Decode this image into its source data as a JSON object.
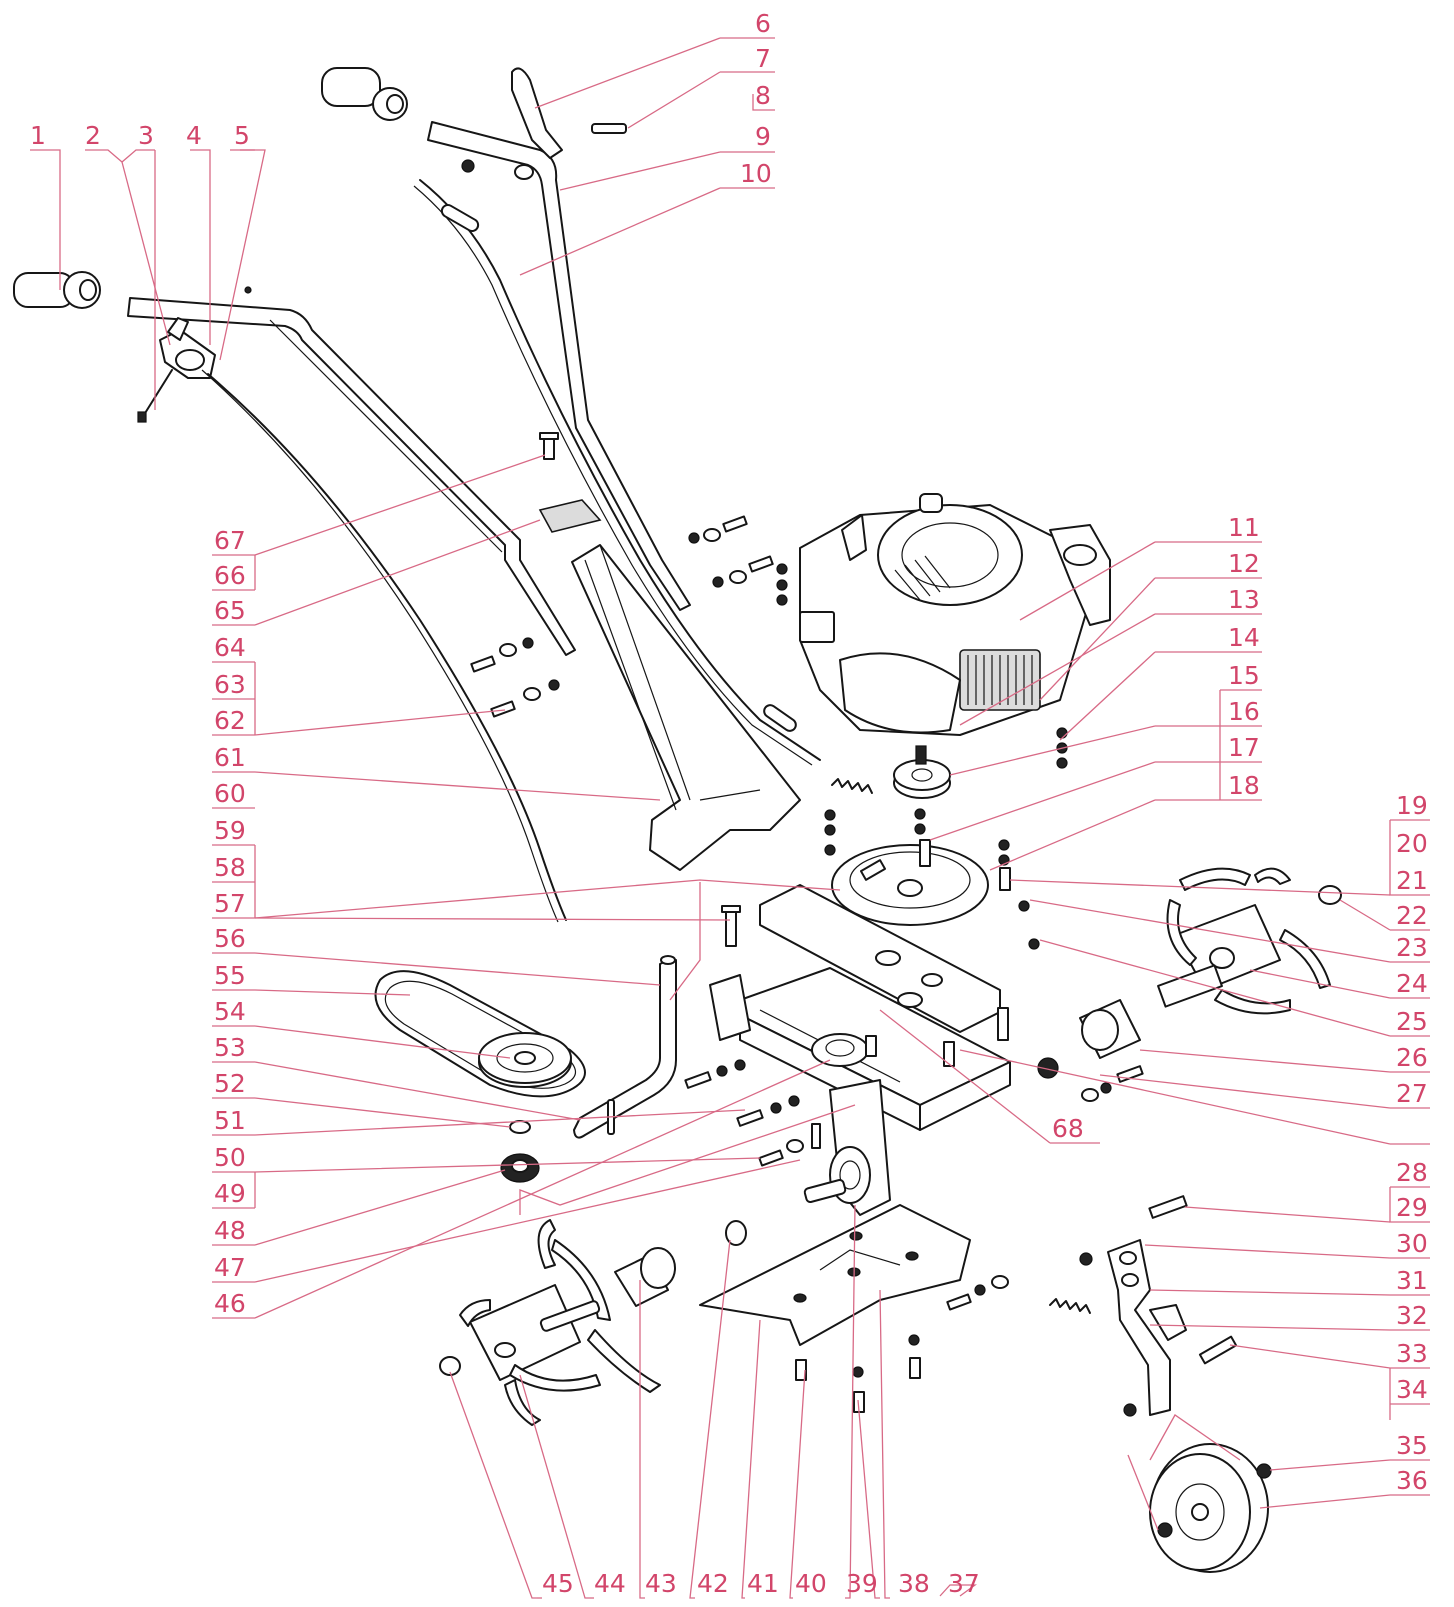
{
  "labels": {
    "l1": "1",
    "l2": "2",
    "l3": "3",
    "l4": "4",
    "l5": "5",
    "l6": "6",
    "l7": "7",
    "l8": "8",
    "l9": "9",
    "l10": "10",
    "l11": "11",
    "l12": "12",
    "l13": "13",
    "l14": "14",
    "l15": "15",
    "l16": "16",
    "l17": "17",
    "l18": "18",
    "l19": "19",
    "l20": "20",
    "l21": "21",
    "l22": "22",
    "l23": "23",
    "l24": "24",
    "l25": "25",
    "l26": "26",
    "l27": "27",
    "l28": "28",
    "l29": "29",
    "l30": "30",
    "l31": "31",
    "l32": "32",
    "l33": "33",
    "l34": "34",
    "l35": "35",
    "l36": "36",
    "l37": "37",
    "l38": "38",
    "l39": "39",
    "l40": "40",
    "l41": "41",
    "l42": "42",
    "l43": "43",
    "l44": "44",
    "l45": "45",
    "l46": "46",
    "l47": "47",
    "l48": "48",
    "l49": "49",
    "l50": "50",
    "l51": "51",
    "l52": "52",
    "l53": "53",
    "l54": "54",
    "l55": "55",
    "l56": "56",
    "l57": "57",
    "l58": "58",
    "l59": "59",
    "l60": "60",
    "l61": "61",
    "l62": "62",
    "l63": "63",
    "l64": "64",
    "l65": "65",
    "l66": "66",
    "l67": "67",
    "l68": "68"
  },
  "colors": {
    "label": "#d2456a",
    "leader": "#d86a86",
    "drawing": "#161616",
    "background": "#ffffff"
  }
}
